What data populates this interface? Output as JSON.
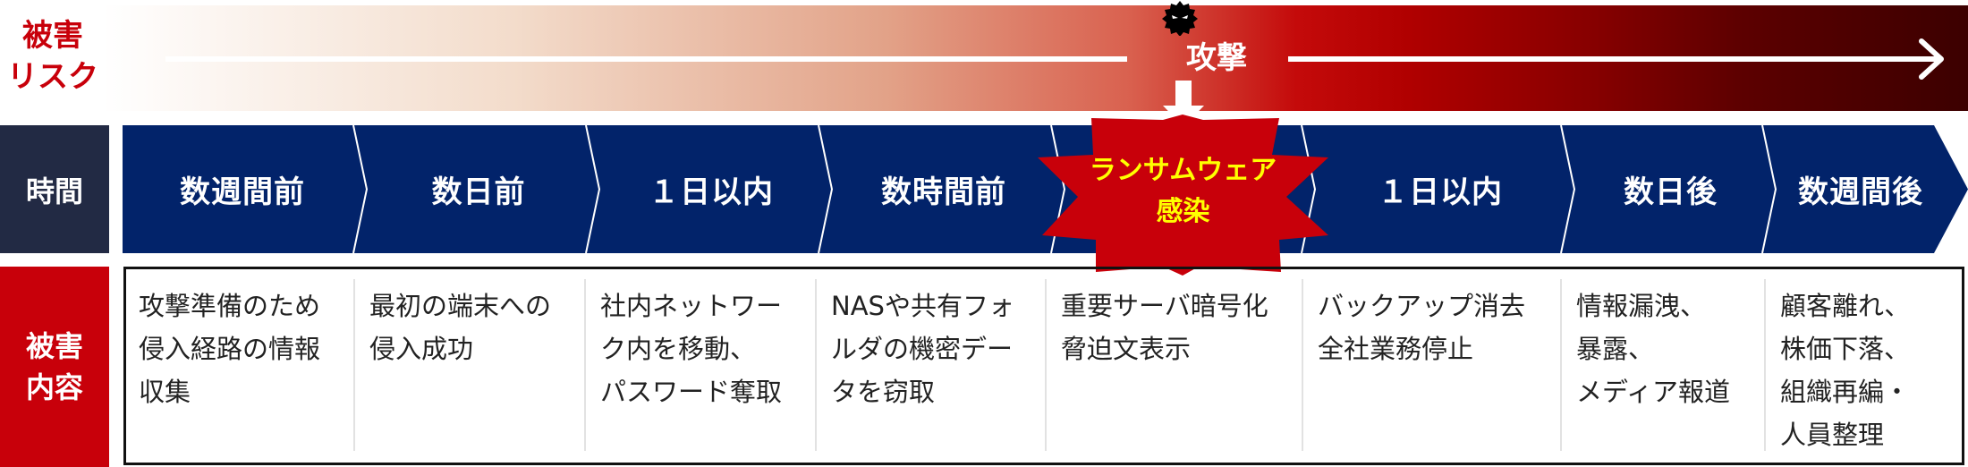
{
  "colors": {
    "accent_red": "#c8000a",
    "navy": "#02236a",
    "label_dark": "#222a44",
    "burst_text": "#ffff00",
    "risk_gradient_start": "#ffffff",
    "risk_gradient_end": "#3c0000"
  },
  "risk_row": {
    "label_line1": "被害",
    "label_line2": "リスク",
    "attack_label": "攻撃",
    "icons": [
      "hacker-icon",
      "arrow-right-icon",
      "arrow-down-icon"
    ]
  },
  "time_row": {
    "label": "時間",
    "phases": [
      {
        "label": "数週間前"
      },
      {
        "label": "数日前"
      },
      {
        "label": "１日以内"
      },
      {
        "label": "数時間前"
      },
      {
        "label": ""
      },
      {
        "label": "１日以内"
      },
      {
        "label": "数日後"
      },
      {
        "label": "数週間後"
      }
    ]
  },
  "event": {
    "line1": "ランサムウェア",
    "line2": "感染"
  },
  "damage_row": {
    "label_line1": "被害",
    "label_line2": "内容",
    "cells": [
      {
        "lines": [
          "攻撃準備のため",
          "侵入経路の情報",
          "収集"
        ]
      },
      {
        "lines": [
          "最初の端末への",
          "侵入成功"
        ]
      },
      {
        "lines": [
          "社内ネットワー",
          "ク内を移動、",
          "パスワード奪取"
        ]
      },
      {
        "lines": [
          "NASや共有フォ",
          "ルダの機密デー",
          "タを窃取"
        ]
      },
      {
        "lines": [
          "重要サーバ暗号化",
          "脅迫文表示"
        ]
      },
      {
        "lines": [
          "バックアップ消去",
          "全社業務停止"
        ]
      },
      {
        "lines": [
          "情報漏洩、",
          "暴露、",
          "メディア報道"
        ]
      },
      {
        "lines": [
          "顧客離れ、",
          "株価下落、",
          "組織再編・",
          "人員整理"
        ]
      }
    ]
  }
}
